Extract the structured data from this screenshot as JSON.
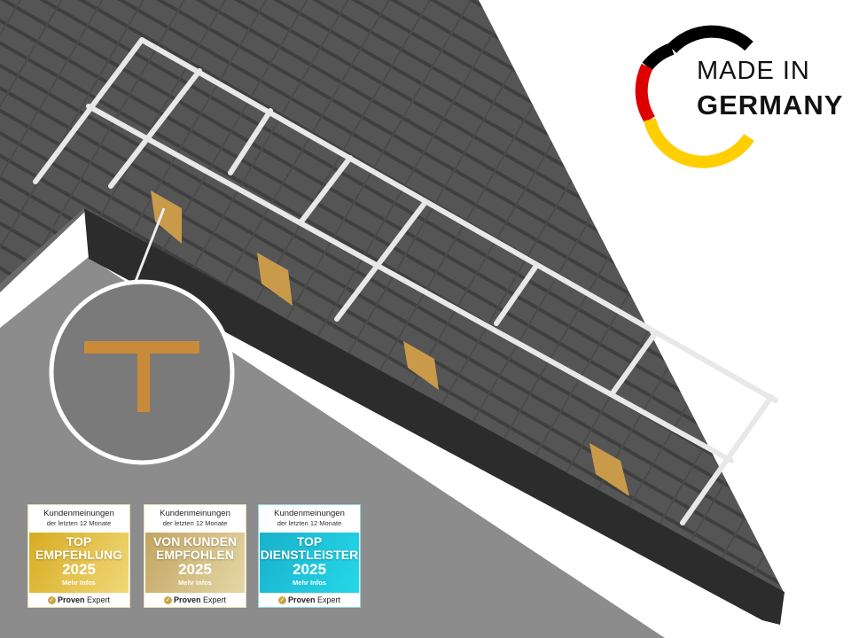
{
  "logo": {
    "line1": "MADE IN",
    "line2": "GERMANY",
    "colors": [
      "#000000",
      "#dd0000",
      "#ffce00"
    ]
  },
  "badges": [
    {
      "header1": "Kundenmeinungen",
      "header2": "der letzten 12 Monate",
      "title": "TOP EMPFEHLUNG",
      "year": "2025",
      "more": "Mehr Infos",
      "brand_bold": "Proven",
      "brand": "Expert"
    },
    {
      "header1": "Kundenmeinungen",
      "header2": "der letzten 12 Monate",
      "title": "VON KUNDEN EMPFOHLEN",
      "year": "2025",
      "more": "Mehr Infos",
      "brand_bold": "Proven",
      "brand": "Expert"
    },
    {
      "header1": "Kundenmeinungen",
      "header2": "der letzten 12 Monate",
      "title": "TOP DIENSTLEISTER",
      "year": "2025",
      "more": "Mehr Infos",
      "brand_bold": "Proven",
      "brand": "Expert"
    }
  ]
}
